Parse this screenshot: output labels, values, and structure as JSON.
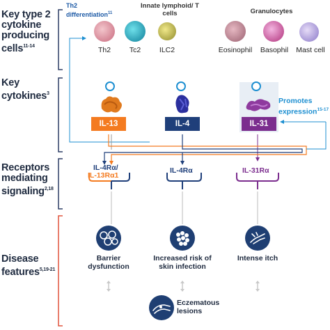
{
  "rows": {
    "cells": {
      "title": "Key type 2 cytokine producing cells",
      "ref": "11-14"
    },
    "cytokines": {
      "title": "Key cytokines",
      "ref": "3"
    },
    "receptors": {
      "title": "Receptors mediating signaling",
      "ref": "2,18"
    },
    "disease": {
      "title": "Disease features",
      "ref": "5,19-21"
    }
  },
  "th2_diff": {
    "label": "Th2 differentiation",
    "ref": "11"
  },
  "groups": {
    "innate": "Innate lymphoid/ T cells",
    "granulocytes": "Granulocytes"
  },
  "cells": [
    "Th2",
    "Tc2",
    "ILC2",
    "Eosinophil",
    "Basophil",
    "Mast cell"
  ],
  "cytokines": [
    {
      "label": "IL-13",
      "color": "#f47b20"
    },
    {
      "label": "IL-4",
      "color": "#1f3f7a"
    },
    {
      "label": "IL-31",
      "color": "#7b2d8e"
    }
  ],
  "promotes": {
    "label": "Promotes expression",
    "ref": "15-17"
  },
  "receptors": {
    "il4ra": "IL-4Rα/",
    "il13ra1": "IL-13Rα1",
    "il4ra_2": "IL-4Rα",
    "il31ra": "IL-31Rα"
  },
  "features": [
    {
      "label": "Barrier dysfunction",
      "icon": "cell-cluster-icon"
    },
    {
      "label": "Increased risk of skin infection",
      "icon": "bacteria-icon"
    },
    {
      "label": "Intense itch",
      "icon": "scratching-hand-icon"
    }
  ],
  "eczema": {
    "label": "Eczematous lesions",
    "icon": "arm-lesion-icon"
  },
  "colors": {
    "orange": "#f47b20",
    "navy": "#1f3f7a",
    "purple": "#7b2d8e",
    "blue": "#1d8fd1",
    "bracket": "#2e3f66",
    "red_bracket": "#e0533d"
  }
}
